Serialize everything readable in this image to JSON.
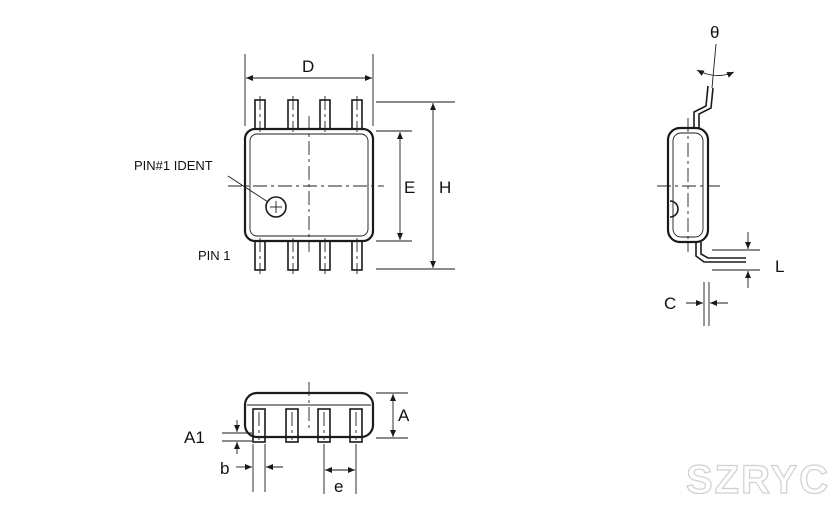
{
  "labels": {
    "D": "D",
    "E": "E",
    "H": "H",
    "theta": "θ",
    "L": "L",
    "C": "C",
    "A": "A",
    "A1": "A1",
    "b": "b",
    "e": "e",
    "pin1_ident": "PIN#1 IDENT",
    "pin1": "PIN 1"
  },
  "watermark": "SZRYC",
  "colors": {
    "line": "#1a1a1a",
    "background": "#ffffff",
    "watermark_stroke": "#d0d0d0"
  }
}
